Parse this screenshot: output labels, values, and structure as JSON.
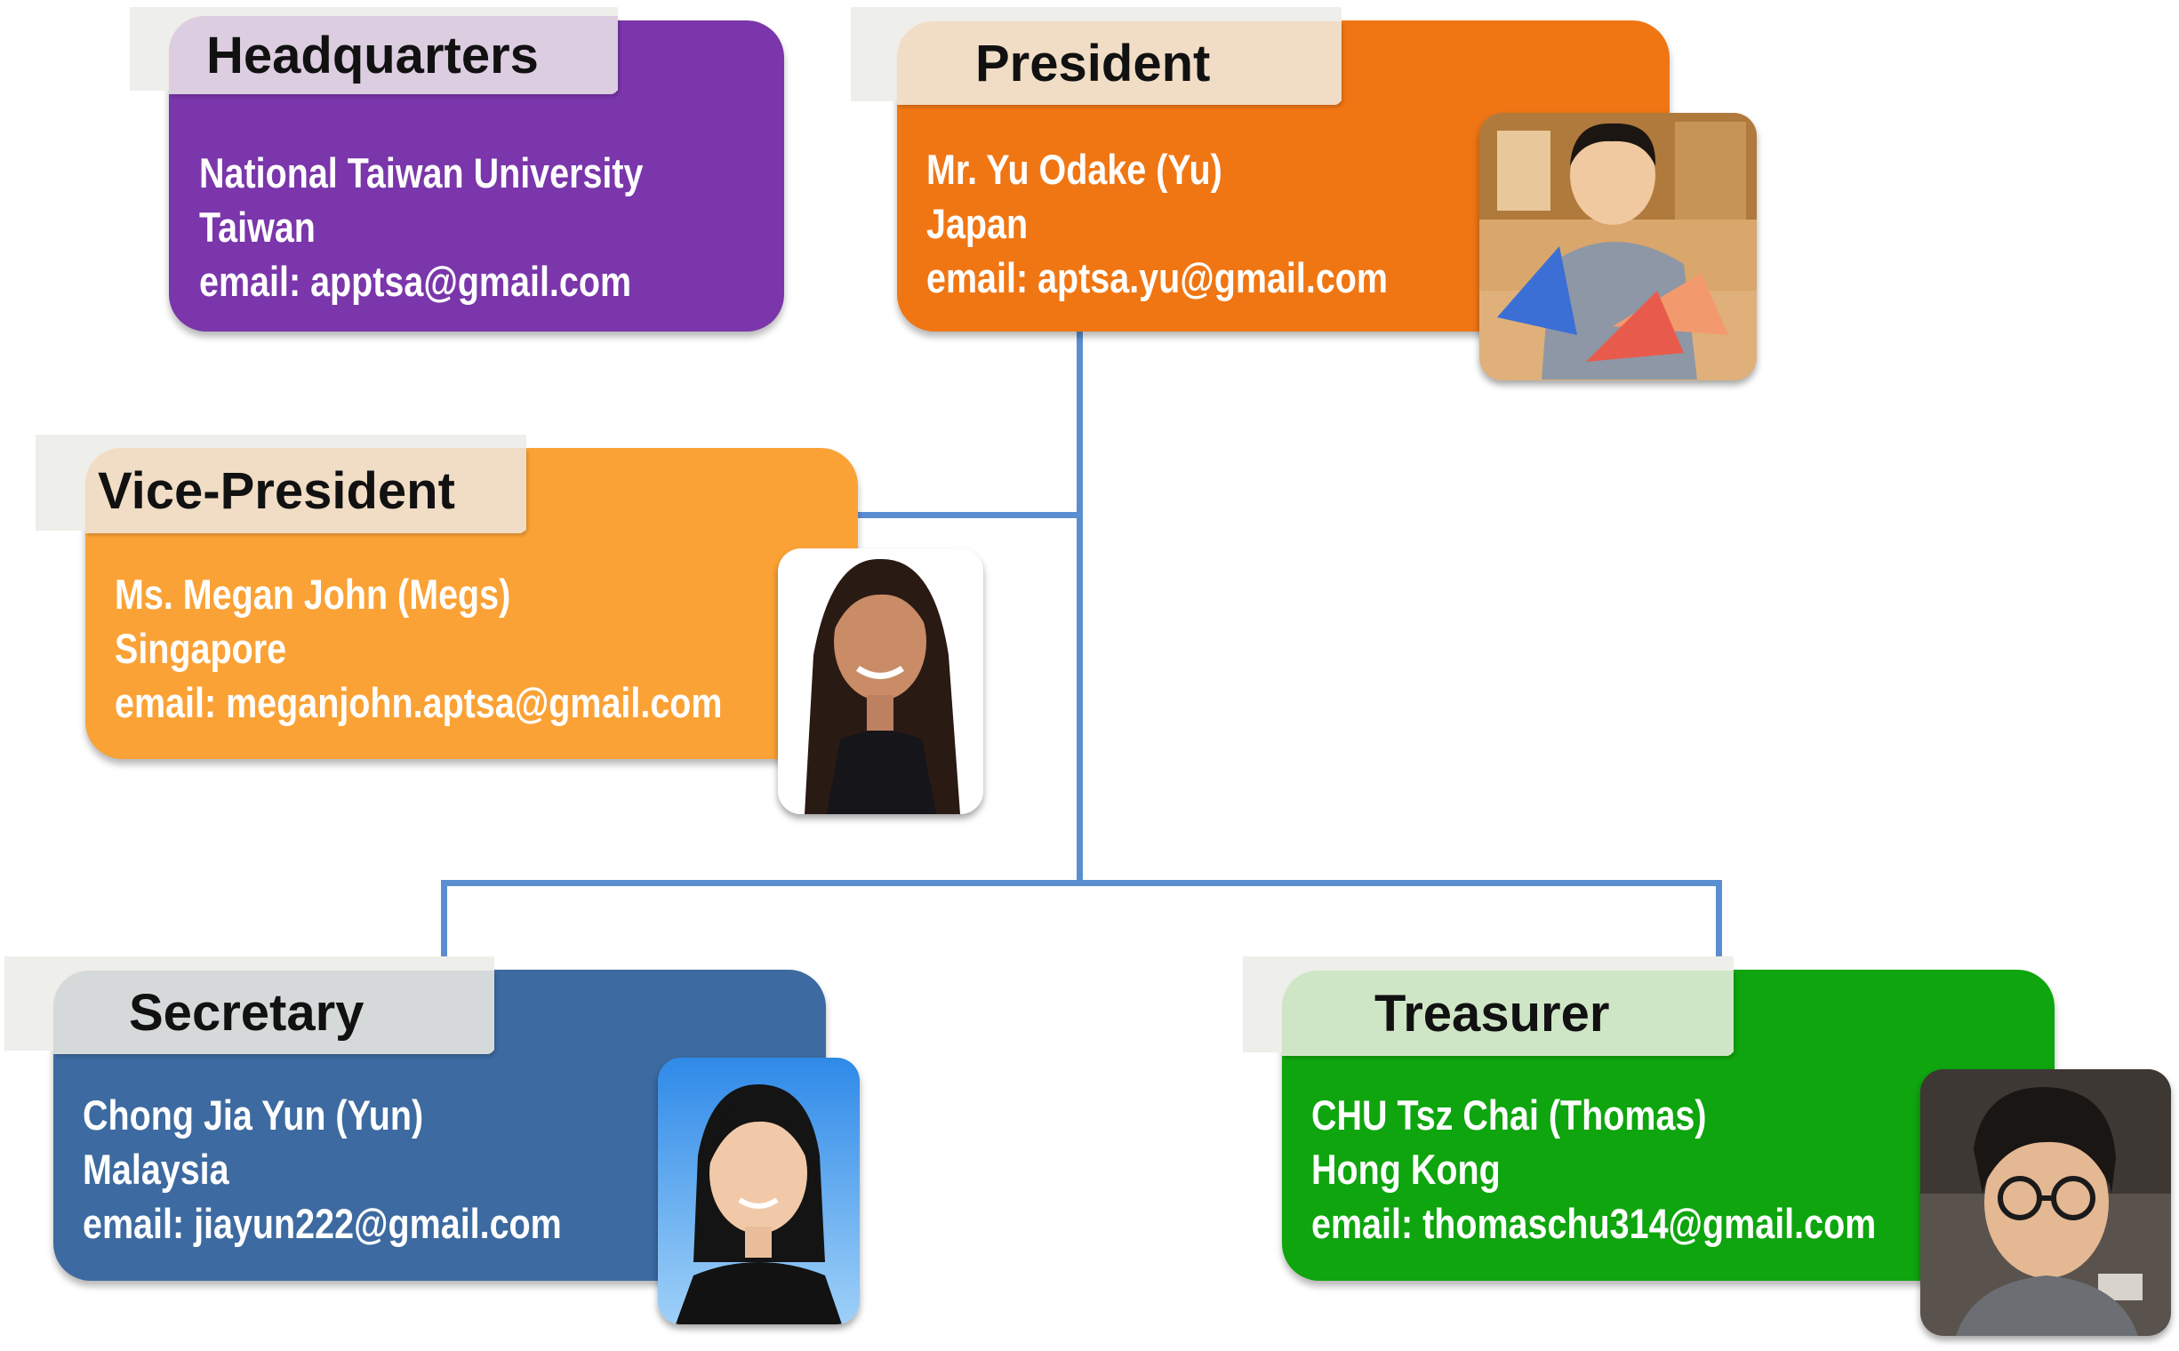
{
  "headquarters": {
    "title": "Headquarters",
    "line1": "National Taiwan University",
    "line2": "Taiwan",
    "line3": "email: apptsa@gmail.com",
    "color": "#7a36aa"
  },
  "president": {
    "title": "President",
    "line1": "Mr. Yu Odake (Yu)",
    "line2": "Japan",
    "line3": "email: aptsa.yu@gmail.com",
    "color": "#f07614",
    "photo_icon": "person-photo"
  },
  "vice_president": {
    "title": "Vice-President",
    "line1": "Ms. Megan John (Megs)",
    "line2": "Singapore",
    "line3": "email: meganjohn.aptsa@gmail.com",
    "color": "#fba236",
    "photo_icon": "person-photo"
  },
  "secretary": {
    "title": "Secretary",
    "line1": "Chong Jia Yun (Yun)",
    "line2": "Malaysia",
    "line3": "email: jiayun222@gmail.com",
    "color": "#3d6aa0",
    "photo_icon": "person-photo"
  },
  "treasurer": {
    "title": "Treasurer",
    "line1": "CHU Tsz Chai (Thomas)",
    "line2": "Hong Kong",
    "line3": "email: thomaschu314@gmail.com",
    "color": "#0ea50e",
    "photo_icon": "person-photo"
  },
  "connector_color": "#5b8ed0"
}
